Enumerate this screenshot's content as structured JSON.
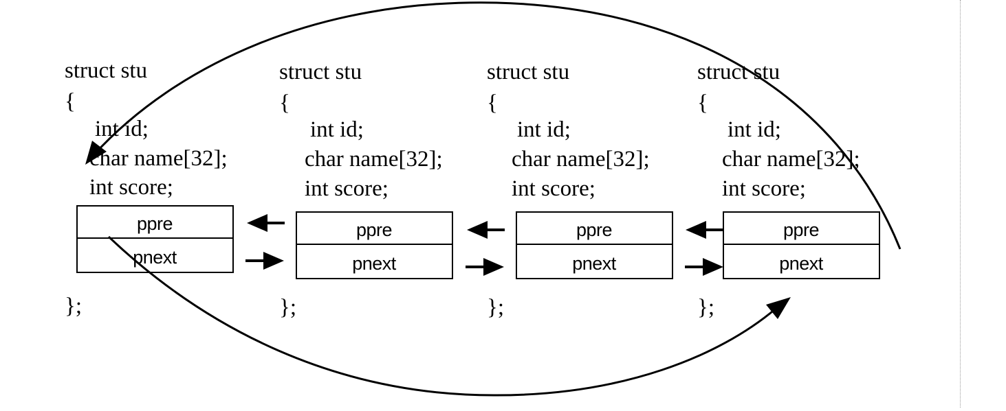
{
  "diagram": {
    "nodes": [
      {
        "struct_line": "struct stu",
        "open_brace": "{",
        "field_id": "int id;",
        "field_name": "char name[32];",
        "field_score": "int score;",
        "ptr_prev": "ppre",
        "ptr_next": "pnext",
        "close_brace": "};"
      },
      {
        "struct_line": "struct stu",
        "open_brace": "{",
        "field_id": "int id;",
        "field_name": "char name[32];",
        "field_score": "int score;",
        "ptr_prev": "ppre",
        "ptr_next": "pnext",
        "close_brace": "};"
      },
      {
        "struct_line": "struct stu",
        "open_brace": "{",
        "field_id": "int id;",
        "field_name": "char name[32];",
        "field_score": "int score;",
        "ptr_prev": "ppre",
        "ptr_next": "pnext",
        "close_brace": "};"
      },
      {
        "struct_line": "struct stu",
        "open_brace": "{",
        "field_id": "int id;",
        "field_name": "char name[32];",
        "field_score": "int score;",
        "ptr_prev": "ppre",
        "ptr_next": "pnext",
        "close_brace": "};"
      }
    ],
    "links": [
      {
        "type": "next",
        "from": 0,
        "to": 1
      },
      {
        "type": "next",
        "from": 1,
        "to": 2
      },
      {
        "type": "next",
        "from": 2,
        "to": 3
      },
      {
        "type": "prev",
        "from": 1,
        "to": 0
      },
      {
        "type": "prev",
        "from": 2,
        "to": 1
      },
      {
        "type": "prev",
        "from": 3,
        "to": 2
      },
      {
        "type": "wrap-next",
        "from": 0,
        "to": 3
      },
      {
        "type": "wrap-prev",
        "from": 3,
        "to": 0
      }
    ]
  }
}
